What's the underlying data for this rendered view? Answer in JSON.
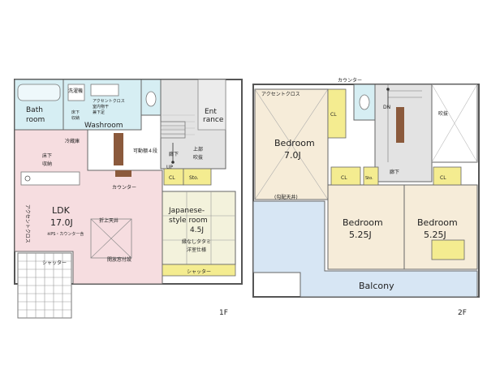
{
  "floors": [
    {
      "label": "1F",
      "rooms": {
        "ldk": [
          "LDK",
          "17.0J",
          "※PS・カウンター含"
        ],
        "bath": [
          "Bath",
          "room"
        ],
        "washroom": "Washroom",
        "wash_machine": "洗濯機",
        "accent_cross_wash": [
          "アクセントクロス",
          "室内物干",
          "兼下足"
        ],
        "under_floor_wash": [
          "床下",
          "収納"
        ],
        "fridge": "冷蔵庫",
        "under_floor_kitchen": [
          "床下",
          "収納"
        ],
        "accent_cross_ldk": "アクセントクロス",
        "counter_1f": "カウンター",
        "kitchen_shelf": "可動棚４段",
        "up": "UP",
        "hall_1f": "廊下",
        "upper_void": [
          "上部",
          "吹抜"
        ],
        "entrance": [
          "Ent",
          "rance"
        ],
        "cl_1f": "CL",
        "sto_1f": "Sto.",
        "japanese_room": [
          "Japanese-",
          "style room",
          "4.5J",
          "縁なしタタミ",
          "洋室仕様"
        ],
        "ceiling_fold": "折上天井",
        "open_window": "開放窓付設",
        "shutter_ldk": "シャッター",
        "shutter_jp": "シャッター"
      }
    },
    {
      "label": "2F",
      "rooms": {
        "bedroom_main": [
          "Bedroom",
          "7.0J"
        ],
        "accent_cross_bed": "アクセントクロス",
        "slope_ceiling": "(勾配天井)",
        "cl_main": "CL",
        "counter_2f": "カウンター",
        "dn": "DN",
        "void": "吹抜",
        "hall_2f": "廊下",
        "cl_a": "CL",
        "sto_2f": "Sto.",
        "cl_b": "CL",
        "bedroom_a": [
          "Bedroom",
          "5.25J"
        ],
        "bedroom_b": [
          "Bedroom",
          "5.25J"
        ],
        "balcony": "Balcony"
      }
    }
  ],
  "colors": {
    "ldk": "#f6dde0",
    "bath": "#d6eef3",
    "japanese": "#f3f2dc",
    "bedroom": "#f6ecd9",
    "balcony": "#d7e6f4",
    "closet": "#f4ec90",
    "hall": "#e3e3e3",
    "wall": "#555555",
    "stair": "#8b5a3c"
  }
}
